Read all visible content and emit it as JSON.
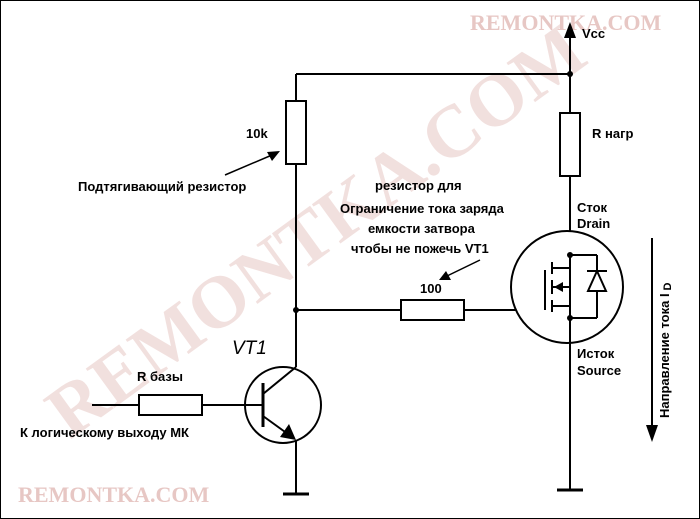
{
  "watermark": {
    "top_right": "REMONTKA.COM",
    "bottom_left": "REMONTKA.COM",
    "diagonal": "REMONTKA.COM"
  },
  "labels": {
    "vcc": "Vcc",
    "r_pullup_value": "10k",
    "r_pullup_caption": "Подтягивающий резистор",
    "r_load": "R нагр",
    "gate_note_line1": "резистор для",
    "gate_note_line2": "Ограничение тока заряда",
    "gate_note_line3": "емкости затвора",
    "gate_note_line4": "чтобы не пожечь VT1",
    "r_gate_value": "100",
    "drain_ru": "Сток",
    "drain_en": "Drain",
    "source_ru": "Исток",
    "source_en": "Source",
    "transistor": "VT1",
    "r_base": "R базы",
    "logic_input": "К логическому выходу МК",
    "current_direction": "Направление тока I",
    "current_subscript": "D"
  },
  "colors": {
    "ink": "#000000",
    "background": "#ffffff",
    "watermark": "#e7c7c4"
  }
}
